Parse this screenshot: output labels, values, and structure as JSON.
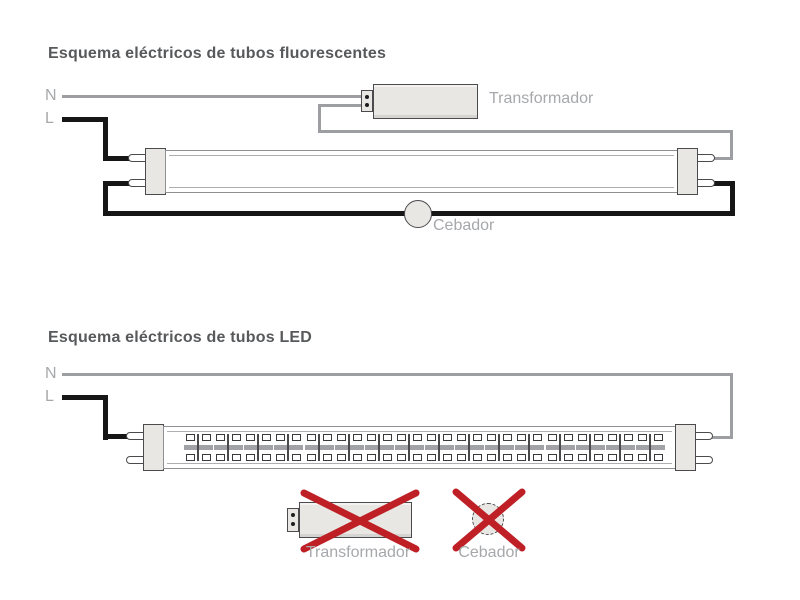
{
  "sections": [
    {
      "title": "Esquema eléctricos de tubos fluorescentes",
      "labels": {
        "n": "N",
        "l": "L",
        "transformer": "Transformador",
        "starter": "Cebador"
      }
    },
    {
      "title": "Esquema eléctricos de tubos LED",
      "labels": {
        "n": "N",
        "l": "L",
        "transformer": "Transformador",
        "starter": "Cebador"
      }
    }
  ],
  "led_tube": {
    "module_count": 16
  },
  "colors": {
    "title_text": "#58595B",
    "label_text": "#A6A8AB",
    "wire_neutral_gray": "#9C9EA1",
    "wire_line_black": "#161616",
    "component_fill": "#E9E7E4",
    "component_border": "#4B4B4D",
    "tube_border": "#8E9093",
    "cross_red": "#BE2026"
  }
}
